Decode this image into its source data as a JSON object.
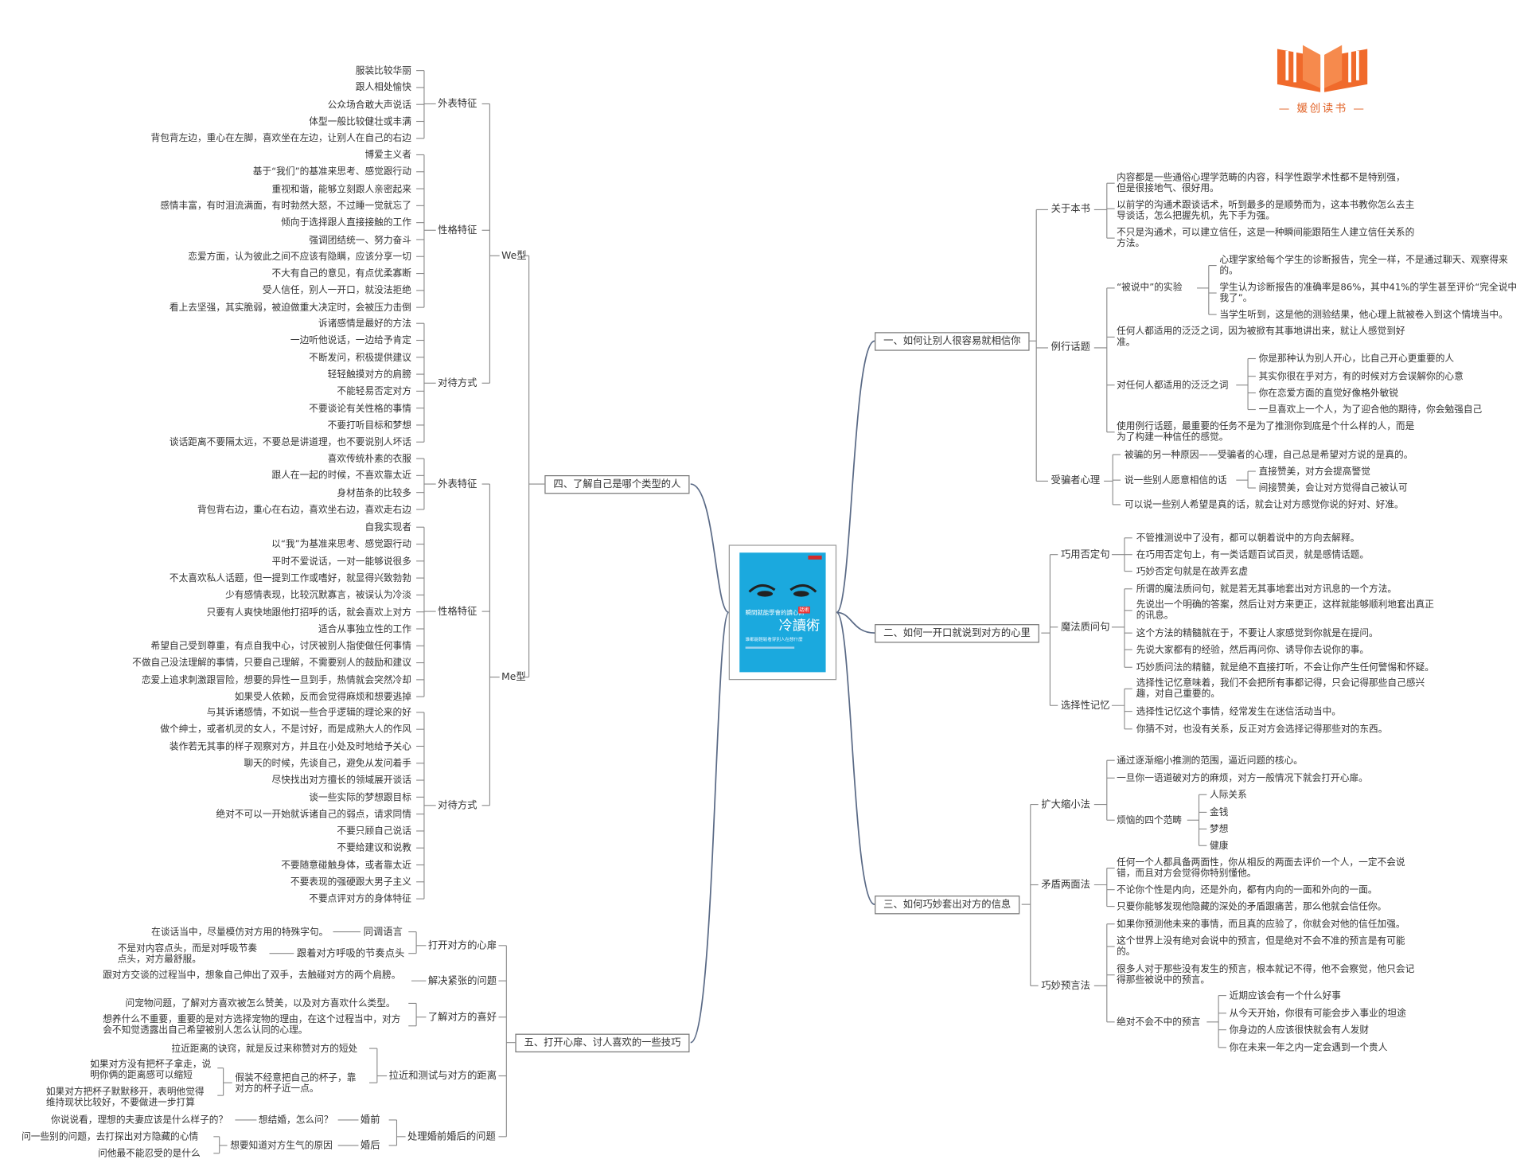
{
  "logo": {
    "name": "媛创读书"
  },
  "root": {
    "cover_title": "瞬間就能學會的讀心術",
    "cover_main": "冷讀術",
    "cover_badge": "話術",
    "cover_sub": "誰都能輕鬆看穿別人在想什麼"
  },
  "b1": {
    "title": "一、如何让别人很容易就相信你",
    "about": {
      "label": "关于本书",
      "items": [
        "内容都是一些通俗心理学范畴的内容，科学性跟学术性都不是特别强，但是很接地气、很好用。",
        "以前学的沟通术跟谈话术，听到最多的是顺势而为，这本书教你怎么去主导谈话，怎么把握先机，先下手为强。",
        "不只是沟通术，可以建立信任，这是一种瞬间能跟陌生人建立信任关系的方法。"
      ]
    },
    "topics": {
      "label": "例行话题",
      "exp_label": "“被说中”的实验",
      "exp": [
        "心理学家给每个学生的诊断报告，完全一样，不是通过聊天、观察得来的。",
        "学生认为诊断报告的准确率是86%，其中41%的学生甚至评价“完全说中我了”。",
        "当学生听到，这是他的测验结果，他心理上就被卷入到这个情境当中。"
      ],
      "common": "任何人都适用的泛泛之词，因为被掀有其事地讲出来，就让人感觉到好准。",
      "vague_label": "对任何人都适用的泛泛之词",
      "vague": [
        "你是那种认为别人开心，比自己开心更重要的人",
        "其实你很在乎对方，有的时候对方会误解你的心意",
        "你在恋爱方面的直觉好像格外敏锐",
        "一旦喜欢上一个人，为了迎合他的期待，你会勉强自己"
      ],
      "use": "使用例行话题，最重要的任务不是为了推测你到底是个什么样的人，而是为了构建一种信任的感觉。"
    },
    "victim": {
      "label": "受骗者心理",
      "first": "被骗的另一种原因——受骗者的心理，自己总是希望对方说的是真的。",
      "say_label": "说一些别人愿意相信的话",
      "say": [
        "直接赞美，对方会提高警觉",
        "间接赞美，会让对方觉得自己被认可"
      ],
      "last": "可以说一些别人希望是真的话，就会让对方感觉你说的好对、好准。"
    }
  },
  "b2": {
    "title": "二、如何一开口就说到对方的心里",
    "neg": {
      "label": "巧用否定句",
      "items": [
        "不管推测说中了没有，都可以朝着说中的方向去解释。",
        "在巧用否定句上，有一类话题百试百灵，就是感情话题。",
        "巧妙否定句就是在故弄玄虚"
      ]
    },
    "magic": {
      "label": "魔法质问句",
      "items": [
        "所谓的魔法质问句，就是若无其事地套出对方讯息的一个方法。",
        "先说出一个明确的答案，然后让对方来更正，这样就能够顺利地套出真正的讯息。",
        "这个方法的精髓就在于，不要让人家感觉到你就是在提问。",
        "先说大家都有的经验，然后再问你、诱导你去说你的事。",
        "巧妙质问法的精髓，就是绝不直接打听，不会让你产生任何警惕和怀疑。"
      ]
    },
    "memory": {
      "label": "选择性记忆",
      "items": [
        "选择性记忆意味着，我们不会把所有事都记得，只会记得那些自己感兴趣，对自己重要的。",
        "选择性记忆这个事情，经常发生在迷信活动当中。",
        "你猜不对，也没有关系，反正对方会选择记得那些对的东西。"
      ]
    }
  },
  "b3": {
    "title": "三、如何巧妙套出对方的信息",
    "expand": {
      "label": "扩大缩小法",
      "items": [
        "通过逐渐缩小推测的范围，逼近问题的核心。",
        "一旦你一语道破对方的麻烦，对方一般情况下就会打开心扉。"
      ],
      "four_label": "烦恼的四个范畴",
      "four": [
        "人际关系",
        "金钱",
        "梦想",
        "健康"
      ]
    },
    "contra": {
      "label": "矛盾两面法",
      "items": [
        "任何一个人都具备两面性，你从相反的两面去评价一个人，一定不会说错，而且对方会觉得你特别懂他。",
        "不论你个性是内向，还是外向，都有内向的一面和外向的一面。",
        "只要你能够发现他隐藏的深处的矛盾跟痛苦，那么他就会信任你。"
      ]
    },
    "predict": {
      "label": "巧妙预言法",
      "items": [
        "如果你预测他未来的事情，而且真的应验了，你就会对他的信任加强。",
        "这个世界上没有绝对会说中的预言，但是绝对不会不准的预言是有可能的。",
        "很多人对于那些没有发生的预言，根本就记不得，他不会察觉，他只会记得那些被说中的预言。"
      ],
      "never_label": "绝对不会不中的预言",
      "never": [
        "近期应该会有一个什么好事",
        "从今天开始，你很有可能会步入事业的坦途",
        "你身边的人应该很快就会有人发财",
        "你在未来一年之内一定会遇到一个贵人"
      ]
    }
  },
  "b4": {
    "title": "四、了解自己是哪个类型的人",
    "we": {
      "label": "We型",
      "outer": {
        "label": "外表特征",
        "items": [
          "服装比较华丽",
          "跟人相处愉快",
          "公众场合敢大声说话",
          "体型一般比较健壮或丰满",
          "背包背左边，重心在左脚，喜欢坐在左边，让别人在自己的右边"
        ]
      },
      "nature": {
        "label": "性格特征",
        "items": [
          "博爱主义者",
          "基于“我们”的基准来思考、感觉跟行动",
          "重视和谐，能够立刻跟人亲密起来",
          "感情丰富，有时泪流满面，有时勃然大怒，不过睡一觉就忘了",
          "倾向于选择跟人直接接触的工作",
          "强调团结统一、努力奋斗",
          "恋爱方面，认为彼此之间不应该有隐瞒，应该分享一切",
          "不大有自己的意见，有点优柔寡断",
          "受人信任，别人一开口，就没法拒绝",
          "看上去坚强，其实脆弱，被迫做重大决定时，会被压力击倒"
        ]
      },
      "deal": {
        "label": "对待方式",
        "items": [
          "诉诸感情是最好的方法",
          "一边听他说话，一边给予肯定",
          "不断发问，积极提供建议",
          "轻轻触摸对方的肩膀",
          "不能轻易否定对方",
          "不要谈论有关性格的事情",
          "不要打听目标和梦想",
          "谈话距离不要隔太远，不要总是讲道理，也不要说别人坏话"
        ]
      }
    },
    "me": {
      "label": "Me型",
      "outer": {
        "label": "外表特征",
        "items": [
          "喜欢传统朴素的衣服",
          "跟人在一起的时候，不喜欢靠太近",
          "身材苗条的比较多",
          "背包背右边，重心在右边，喜欢坐右边，喜欢走右边"
        ]
      },
      "nature": {
        "label": "性格特征",
        "items": [
          "自我实现者",
          "以“我”为基准来思考、感觉跟行动",
          "平时不爱说话，一对一能够说很多",
          "不太喜欢私人话题，但一提到工作或嗜好，就显得兴致勃勃",
          "少有感情表现，比较沉默寡言，被误认为冷淡",
          "只要有人爽快地跟他打招呼的话，就会喜欢上对方",
          "适合从事独立性的工作",
          "希望自己受到尊重，有点自我中心，讨厌被别人指使做任何事情",
          "不做自己没法理解的事情，只要自己理解，不需要别人的鼓励和建议",
          "恋爱上追求刺激跟冒险，想要的异性一旦到手，热情就会突然冷却",
          "如果受人依赖，反而会觉得麻烦和想要逃掉"
        ]
      },
      "deal": {
        "label": "对待方式",
        "items": [
          "与其诉诸感情，不如说一些合乎逻辑的理论来的好",
          "做个绅士，或者机灵的女人，不是讨好，而是成熟大人的作风",
          "装作若无其事的样子观察对方，并且在小处及时地给予关心",
          "聊天的时候，先谈自己，避免从发问着手",
          "尽快找出对方擅长的领域展开谈话",
          "谈一些实际的梦想跟目标",
          "绝对不可以一开始就诉诸自己的弱点，请求同情",
          "不要只顾自己说话",
          "不要给建议和说教",
          "不要随意碰触身体，或者靠太近",
          "不要表现的强硬跟大男子主义",
          "不要点评对方的身体特征"
        ]
      }
    }
  },
  "b5": {
    "title": "五、打开心扉、讨人喜欢的一些技巧",
    "open": {
      "label": "打开对方的心扉",
      "same_label": "同调语言",
      "same": "在谈话当中，尽量模仿对方用的特殊字句。",
      "rhythm_label": "跟着对方呼吸的节奏点头",
      "rhythm": "不是对内容点头，而是对呼吸节奏点头，对方最舒服。"
    },
    "tension": {
      "label": "解决紧张的问题",
      "item": "跟对方交谈的过程当中，想象自己伸出了双手，去触碰对方的两个肩膀。"
    },
    "likes": {
      "label": "了解对方的喜好",
      "items": [
        "问宠物问题，了解对方喜欢被怎么赞美，以及对方喜欢什么类型。",
        "想养什么不重要，重要的是对方选择宠物的理由，在这个过程当中，对方会不知觉透露出自己希望被别人怎么认同的心理。"
      ]
    },
    "distance": {
      "label": "拉近和测试与对方的距离",
      "first": "拉近距离的诀窍，就是反过来称赞对方的短处",
      "cup_label": "假装不经意把自己的杯子，靠对方的杯子近一点。",
      "cup": [
        "如果对方没有把杯子拿走，说明你俩的距离感可以缩短",
        "如果对方把杯子默默移开，表明他觉得维持现状比较好，不要做进一步打算"
      ]
    },
    "marriage": {
      "label": "处理婚前婚后的问题",
      "before_label": "婚前",
      "before_q": "想结婚，怎么问？",
      "before_a": "你说说看，理想的夫妻应该是什么样子的？",
      "after_label": "婚后",
      "after_q": "想要知道对方生气的原因",
      "after_a": [
        "问一些别的问题，去打探出对方隐藏的心情",
        "问他最不能忍受的是什么"
      ]
    }
  }
}
